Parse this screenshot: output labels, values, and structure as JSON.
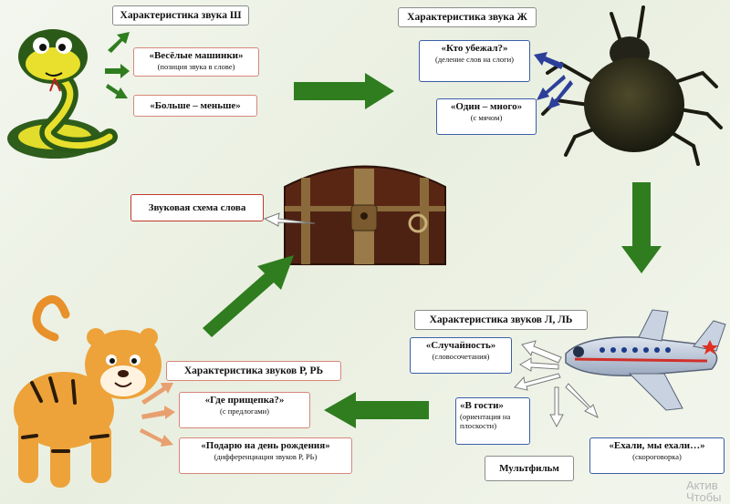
{
  "shch": {
    "title": "Характеристика звука Ш",
    "game1": {
      "name": "«Весёлые машинки»",
      "note": "(позиция звука в слове)"
    },
    "game2": {
      "name": "«Больше – меньше»"
    }
  },
  "zh": {
    "title": "Характеристика звука Ж",
    "game1": {
      "name": "«Кто убежал?»",
      "note": "(деление слов на слоги)"
    },
    "game2": {
      "name": "«Один – много»",
      "note": "(с мячом)"
    }
  },
  "chest_box": "Звуковая схема слова",
  "l": {
    "title": "Характеристика звуков Л, ЛЬ",
    "game1": {
      "name": "«Случайность»",
      "note": "(словосочетания)"
    },
    "game2": {
      "name": "«В гости»",
      "note": "(ориентация на плоскости)"
    },
    "game3": {
      "name": "Мультфильм"
    },
    "game4": {
      "name": "«Ехали, мы ехали…»",
      "note": "(скороговорка)"
    }
  },
  "r": {
    "title": "Характеристика звуков Р, РЬ",
    "game1": {
      "name": "«Где прищепка?»",
      "note": "(с предлогами)"
    },
    "game2": {
      "name": "«Подарю на день рождения»",
      "note": "(дифференциация звуков Р, РЬ)"
    }
  },
  "watermark": {
    "line1": "Актив",
    "line2": "Чтобы"
  },
  "colors": {
    "green_arrow": "#2f7d1f",
    "blue_arrow": "#2c3f9a",
    "gray_arrow": "#7a7a7a",
    "orange_arrow": "#e08a50"
  }
}
